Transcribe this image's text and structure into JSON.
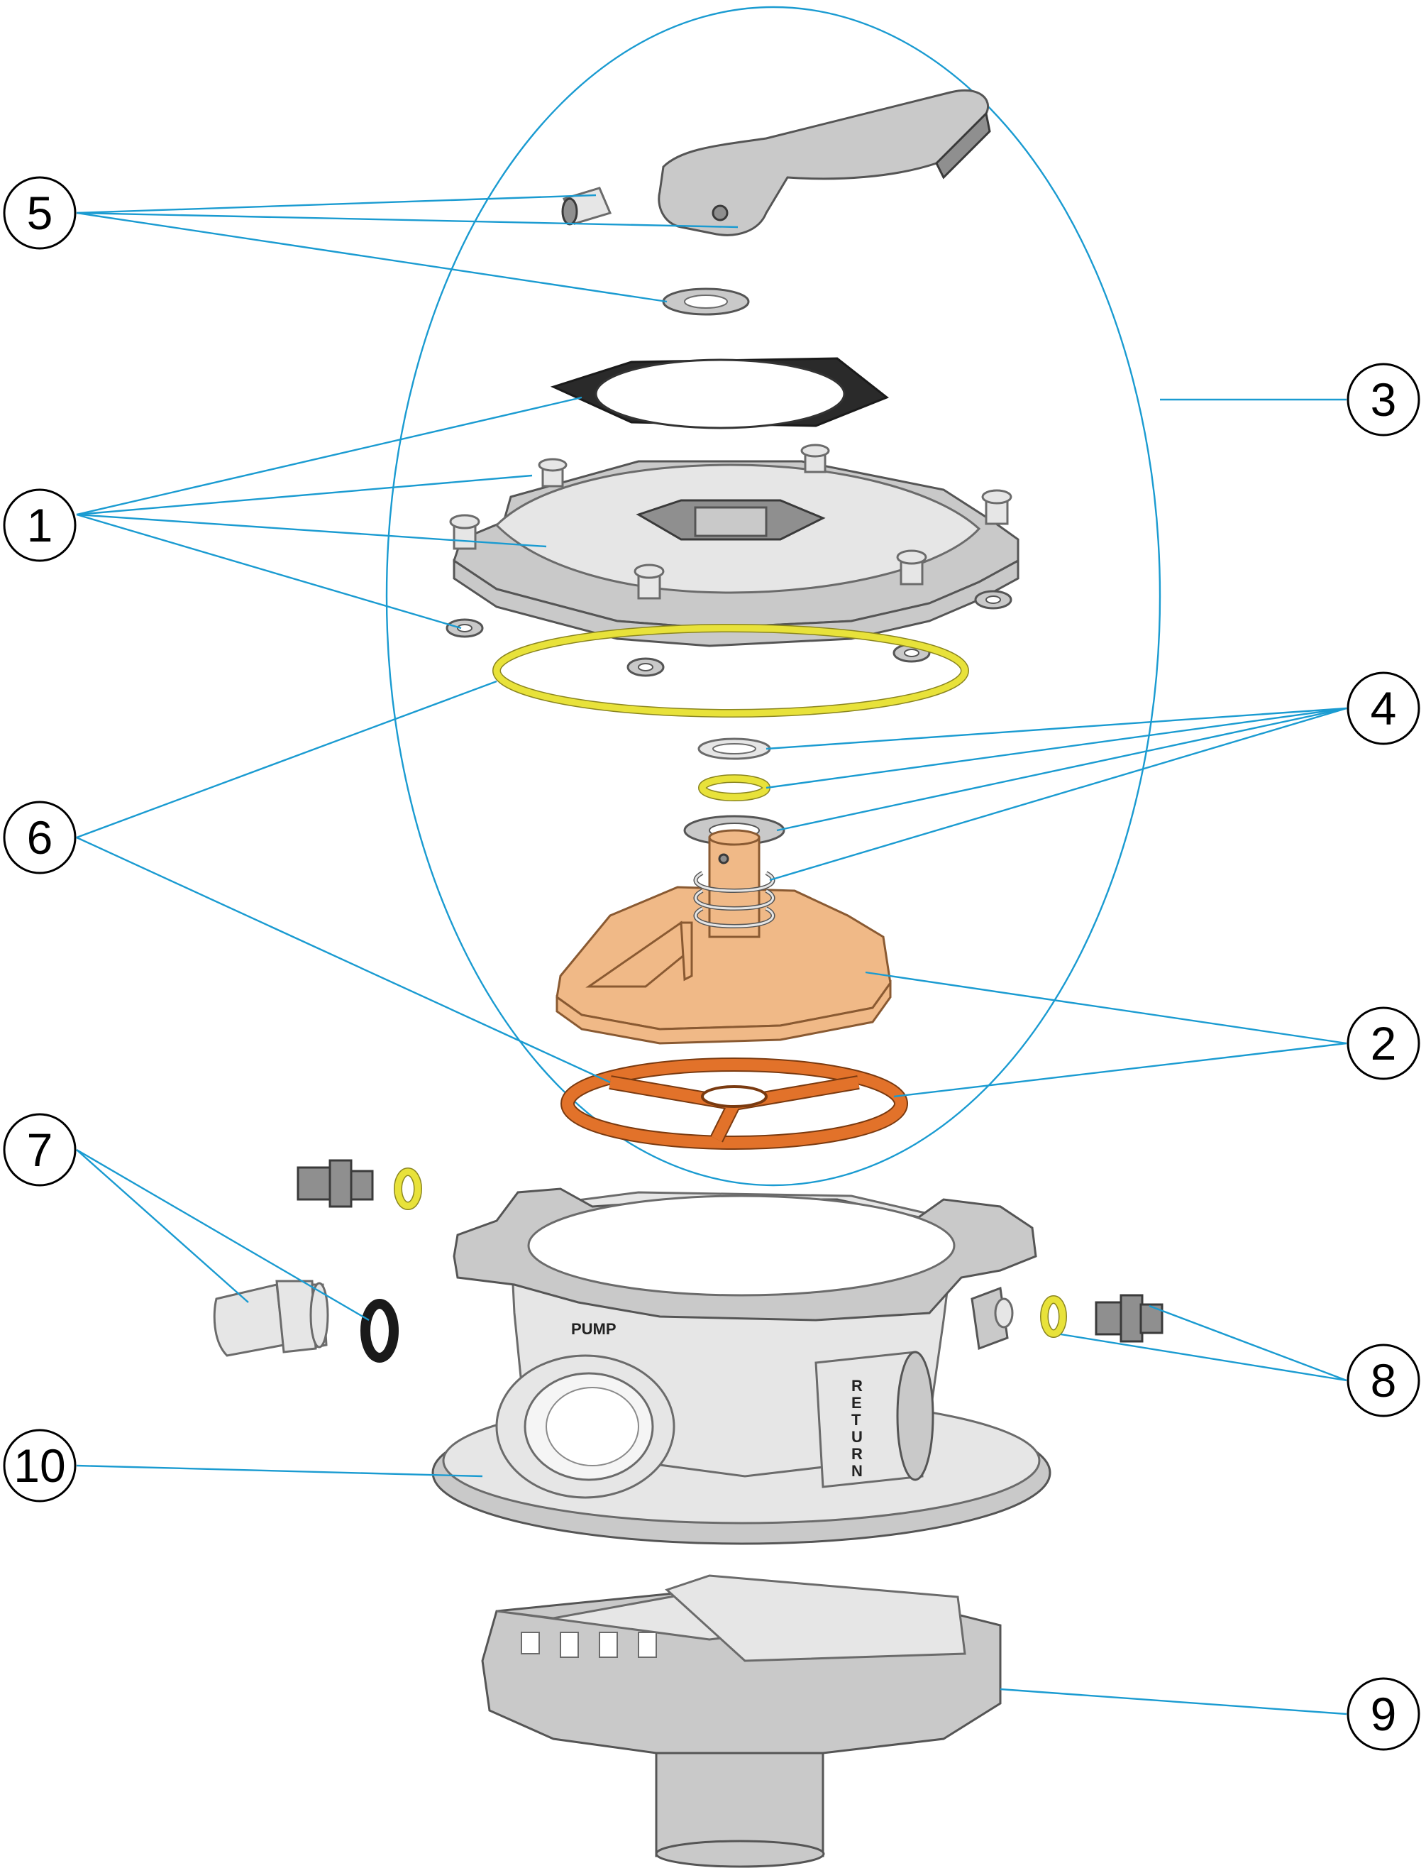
{
  "callouts": [
    {
      "label": "1"
    },
    {
      "label": "2"
    },
    {
      "label": "3"
    },
    {
      "label": "4"
    },
    {
      "label": "5"
    },
    {
      "label": "6"
    },
    {
      "label": "7"
    },
    {
      "label": "8"
    },
    {
      "label": "9"
    },
    {
      "label": "10"
    }
  ],
  "body_stamps": {
    "pump": "PUMP",
    "return": "RETURN"
  },
  "colors": {
    "leader_line": "#1a9bd1",
    "seal_yellow": "#e8e23a",
    "gasket_orange": "#e2722a",
    "rotor_tan": "#f0b987"
  }
}
